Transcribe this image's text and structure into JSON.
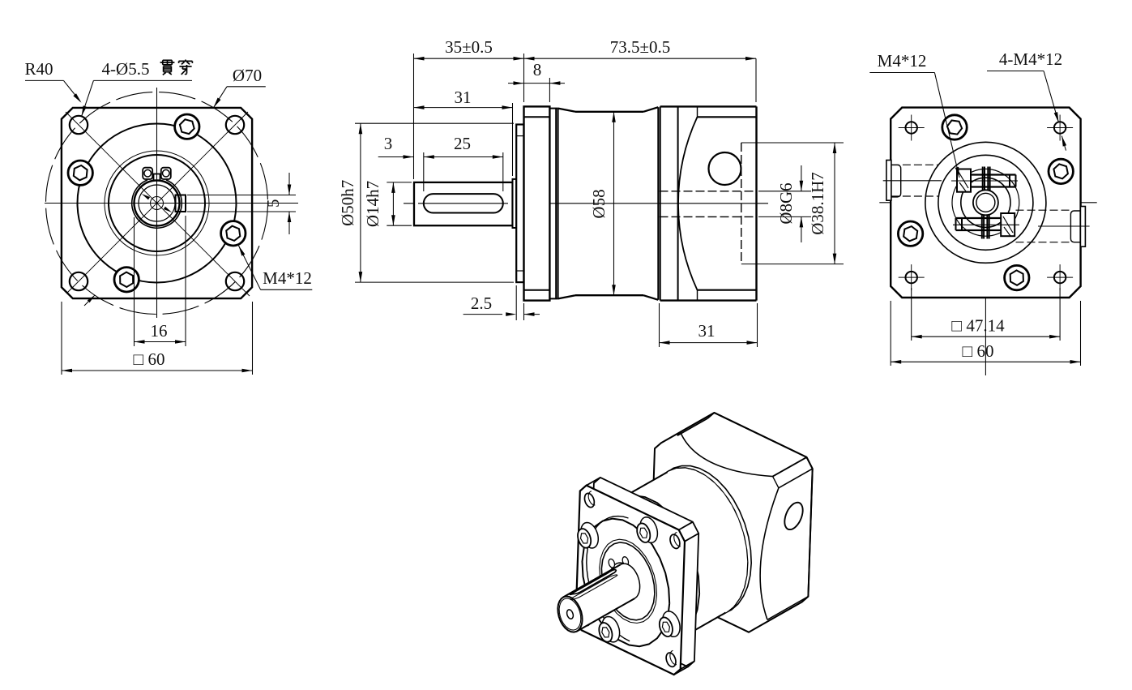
{
  "front": {
    "labels": {
      "corner_radius": "R40",
      "through_holes": "4-Ø5.5贯穿",
      "through_holes_text": "4-Ø5.5",
      "bolt_circle": "Ø70",
      "screws": "M4*12"
    },
    "dims": {
      "keyway_width": "5",
      "key_offset": "16",
      "square": "□ 60"
    }
  },
  "side": {
    "dims": {
      "front_len": "35±0.5",
      "body_len": "73.5±0.5",
      "flange_thk": "8",
      "shaft_len": "31",
      "key_inset": "3",
      "key_len": "25",
      "shaft_dia": "Ø14h7",
      "pilot_dia": "Ø50h7",
      "body_dia": "Ø58",
      "pilot_w": "2.5",
      "rear_len": "31",
      "input_bore": "Ø8G6",
      "rear_pilot_dia": "Ø38.1H7"
    }
  },
  "rear": {
    "labels": {
      "clamp_screw": "M4*12",
      "tapped_holes": "4-M4*12"
    },
    "dims": {
      "hole_square": "□ 47.14",
      "square": "□ 60"
    }
  }
}
